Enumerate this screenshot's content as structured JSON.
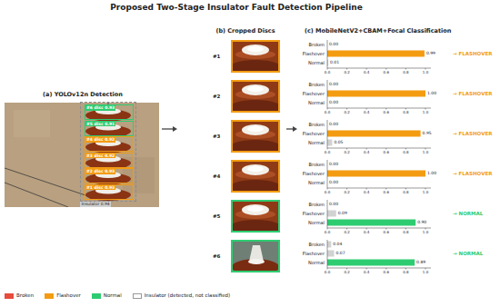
{
  "diagram": {
    "title": "Proposed Two-Stage Insulator Fault Detection Pipeline",
    "nodes": [
      {
        "text": [
          "(a) YOLOv12n Detection"
        ]
      },
      {
        "text": [
          "Insulator 0.94"
        ],
        "in": 0
      },
      {
        "text": [
          "#6 disc 0.93"
        ],
        "in": 1
      },
      {
        "text": [
          "#5 disc 0.91"
        ],
        "in": 1
      },
      {
        "text": [
          "#4 disc 0.92"
        ],
        "in": 1
      },
      {
        "text": [
          "#3 disc 0.92"
        ],
        "in": 1
      },
      {
        "text": [
          "#2 disc 0.93"
        ],
        "in": 1
      },
      {
        "text": [
          "#1 disc 0.93"
        ],
        "in": 1
      },
      {
        "text": [
          "(b) Cropped Discs"
        ]
      },
      {
        "text": [
          "#1"
        ],
        "in": 8
      },
      {
        "text": [
          "#2"
        ],
        "in": 8
      },
      {
        "text": [
          "#3"
        ],
        "in": 8
      },
      {
        "text": [
          "#4"
        ],
        "in": 8
      },
      {
        "text": [
          "#5"
        ],
        "in": 8
      },
      {
        "text": [
          "#6"
        ],
        "in": 8
      },
      {
        "text": [
          "(c) MobileNetV2+CBAM+Focal Classification"
        ]
      }
    ],
    "edges": [
      {
        "from": 0,
        "to": 8,
        "arrow": "to"
      },
      {
        "from": 8,
        "to": 15,
        "arrow": "to"
      }
    ],
    "labels": [
      "Broken",
      "Flashover",
      "Normal",
      "0.00",
      "0.99",
      "0.01",
      "0.0",
      "0.2",
      "0.4",
      "0.6",
      "0.8",
      "1.0",
      "→ FLASHOVER",
      "Broken",
      "Flashover",
      "Normal",
      "0.00",
      "1.00",
      "0.00",
      "0.0",
      "0.2",
      "0.4",
      "0.6",
      "0.8",
      "1.0",
      "→ FLASHOVER",
      "Broken",
      "Flashover",
      "Normal",
      "0.00",
      "0.95",
      "0.05",
      "0.0",
      "0.2",
      "0.4",
      "0.6",
      "0.8",
      "1.0",
      "→ FLASHOVER",
      "Broken",
      "Flashover",
      "Normal",
      "0.00",
      "1.00",
      "0.00",
      "0.0",
      "0.2",
      "0.4",
      "0.6",
      "0.8",
      "1.0",
      "→ FLASHOVER",
      "Broken",
      "Flashover",
      "Normal",
      "0.00",
      "0.09",
      "0.90",
      "0.0",
      "0.2",
      "0.4",
      "0.6",
      "0.8",
      "1.0",
      "→ NORMAL",
      "Broken",
      "Flashover",
      "Normal",
      "0.04",
      "0.07",
      "0.89",
      "0.0",
      "0.2",
      "0.4",
      "0.6",
      "0.8",
      "1.0",
      "→ NORMAL"
    ],
    "legend": [
      {
        "text": "Broken",
        "color": "#e74c3c"
      },
      {
        "text": "Flashover",
        "color": "#f39c12"
      },
      {
        "text": "Normal",
        "color": "#2ecc71"
      },
      {
        "text": "Insulator (detected, not classified)"
      }
    ]
  }
}
